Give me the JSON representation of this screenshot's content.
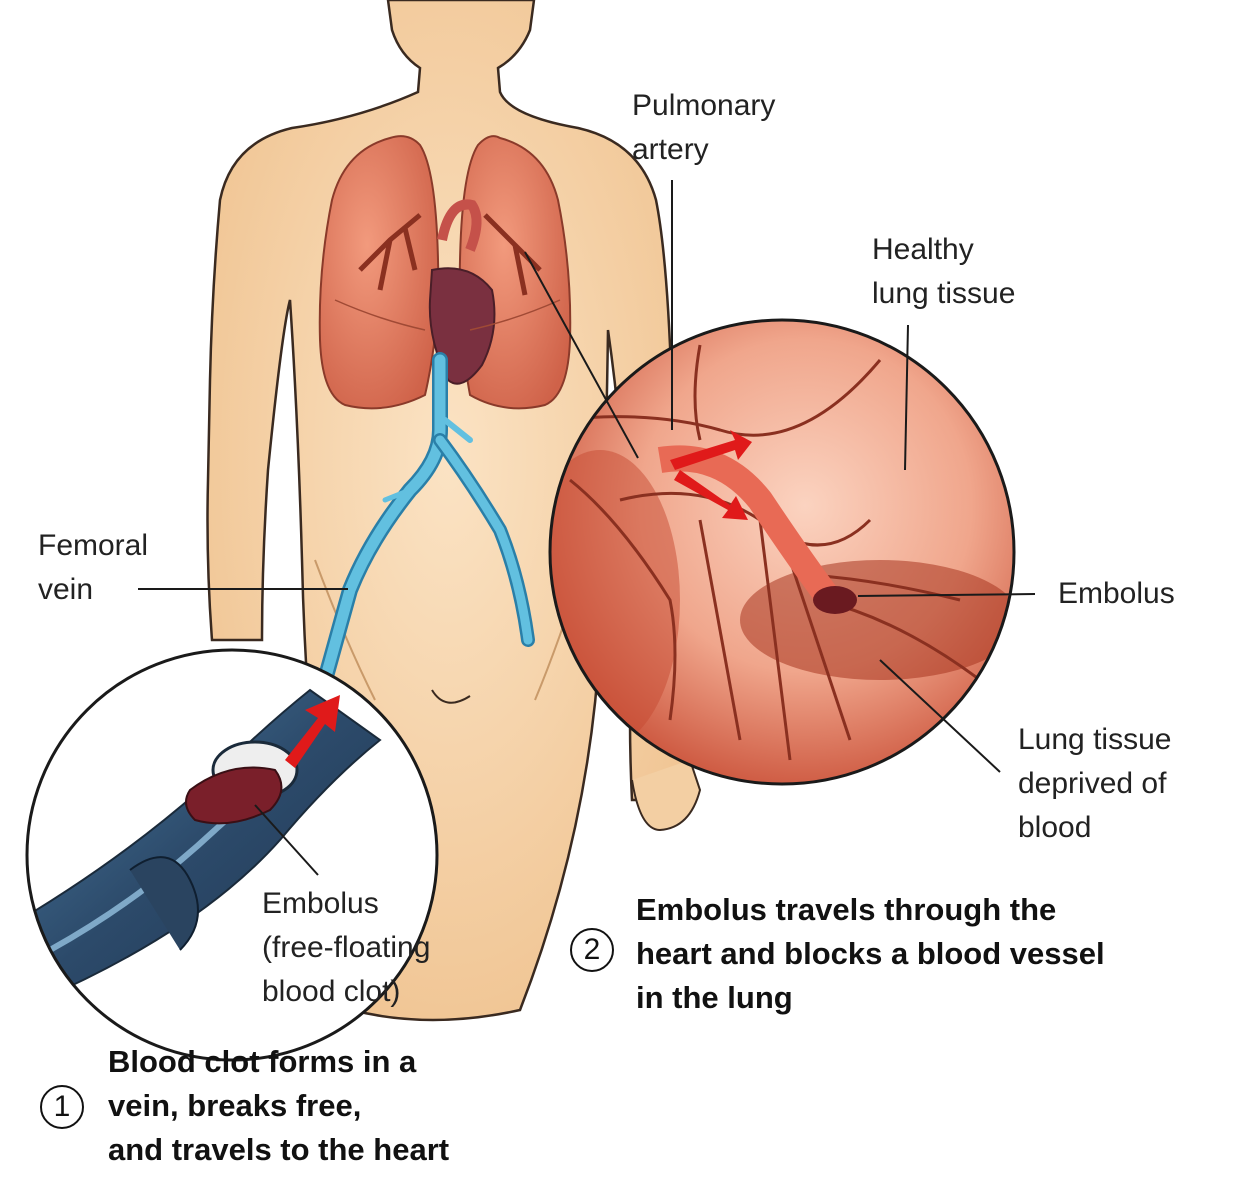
{
  "labels": {
    "pulmonary_artery": [
      "Pulmonary",
      "artery"
    ],
    "healthy_tissue": [
      "Healthy",
      "lung tissue"
    ],
    "femoral_vein": [
      "Femoral",
      "vein"
    ],
    "embolus_lung": "Embolus",
    "deprived_tissue": [
      "Lung tissue",
      "deprived of",
      "blood"
    ],
    "embolus_leg": [
      "Embolus",
      "(free-floating",
      "blood clot)"
    ]
  },
  "steps": [
    {
      "number": "1",
      "lines": [
        "Blood clot forms in a",
        "vein, breaks free,",
        "and travels to the heart"
      ]
    },
    {
      "number": "2",
      "lines": [
        "Embolus travels through the",
        "heart and blocks a blood vessel",
        "in the lung"
      ]
    }
  ],
  "colors": {
    "skin": "#f5d3a8",
    "skin_outline": "#3a2a20",
    "lung": "#e07a5f",
    "heart": "#7a3040",
    "vein": "#62c0e0",
    "vessel_dark": "#2f4f70",
    "clot": "#7a1f2a",
    "arrow": "#e01a1a",
    "lung_tissue": "#f2a990"
  }
}
